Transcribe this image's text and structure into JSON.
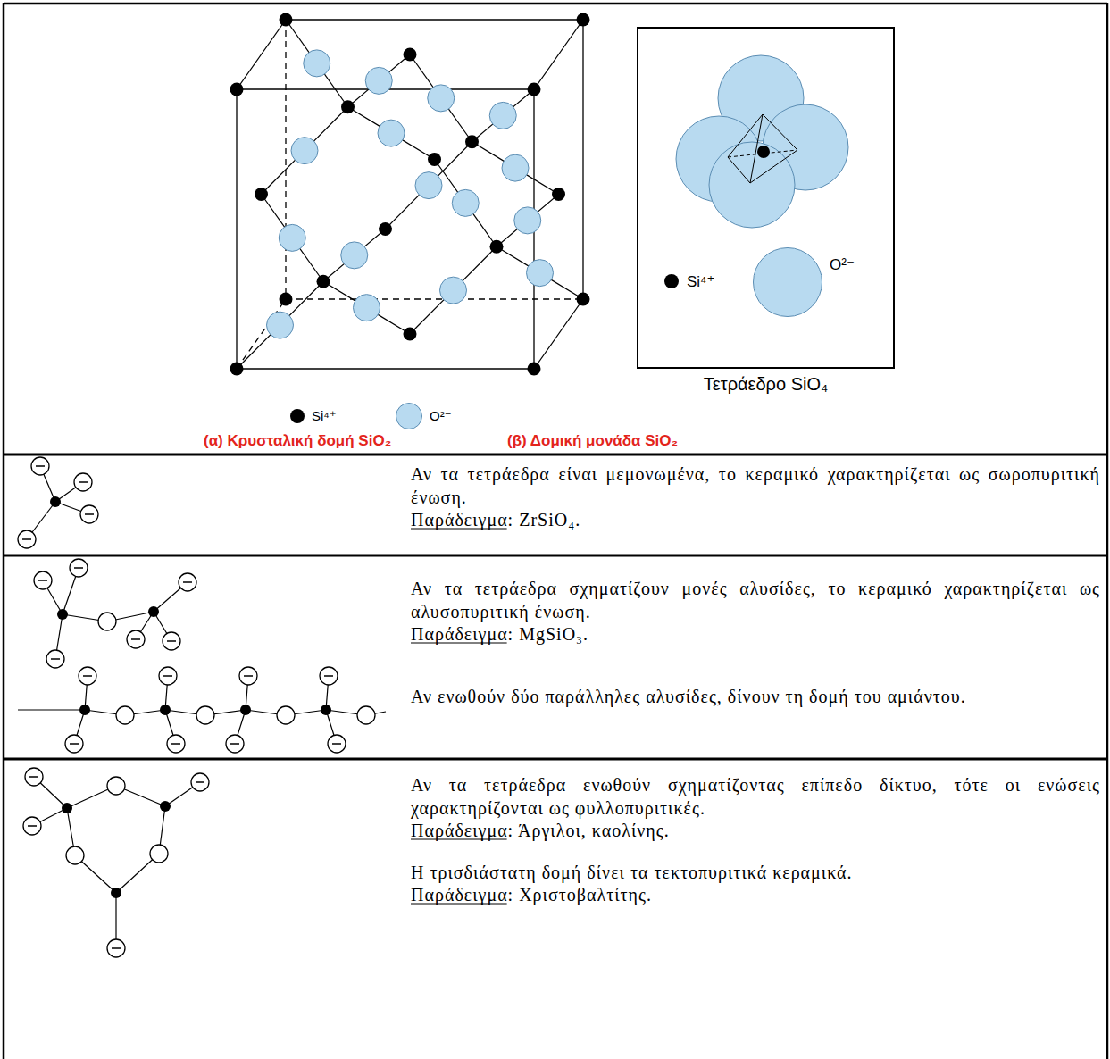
{
  "diagram": {
    "nodes": [
      {
        "text": [
          "Τετράεδρο SiO₄"
        ]
      }
    ],
    "labels": [
      "(α) Κρυσταλική δομή SiO₂",
      "(β) Δομική μονάδα SiO₂",
      "Αν τα τετράεδρα είναι μεμονωμένα, το κεραμικό χαρακτηρίζεται ως σωροπυριτική ένωση.",
      "Παράδειγμα: ZrSiO₄.",
      "Αν τα τετράεδρα σχηματίζουν μονές αλυσίδες, το κεραμικό χαρακτηρίζεται ως αλυσοπυριτική ένωση.",
      "Παράδειγμα: MgSiO₃.",
      "Αν ενωθούν δύο παράλληλες αλυσίδες, δίνουν τη δομή του αμιάντου.",
      "Αν τα τετράεδρα ενωθούν σχηματίζοντας επίπεδο δίκτυο, τότε οι ενώσεις χαρακτηρίζονται ως φυλλοπυριτικές.",
      "Παράδειγμα: Άργιλοι, καολίνης.",
      "Η τρισδιάστατη δομή δίνει τα τεκτοπυριτικά κεραμικά.",
      "Παράδειγμα: Χριστοβαλτίτης."
    ],
    "legend": [
      {
        "text": "Si⁴⁺",
        "color": "#000000"
      },
      {
        "text": "O²⁻",
        "color": "#b8daf0"
      },
      {
        "text": "Si⁴⁺",
        "color": "#000000"
      },
      {
        "text": "O²⁻",
        "color": "#b8daf0"
      }
    ]
  }
}
